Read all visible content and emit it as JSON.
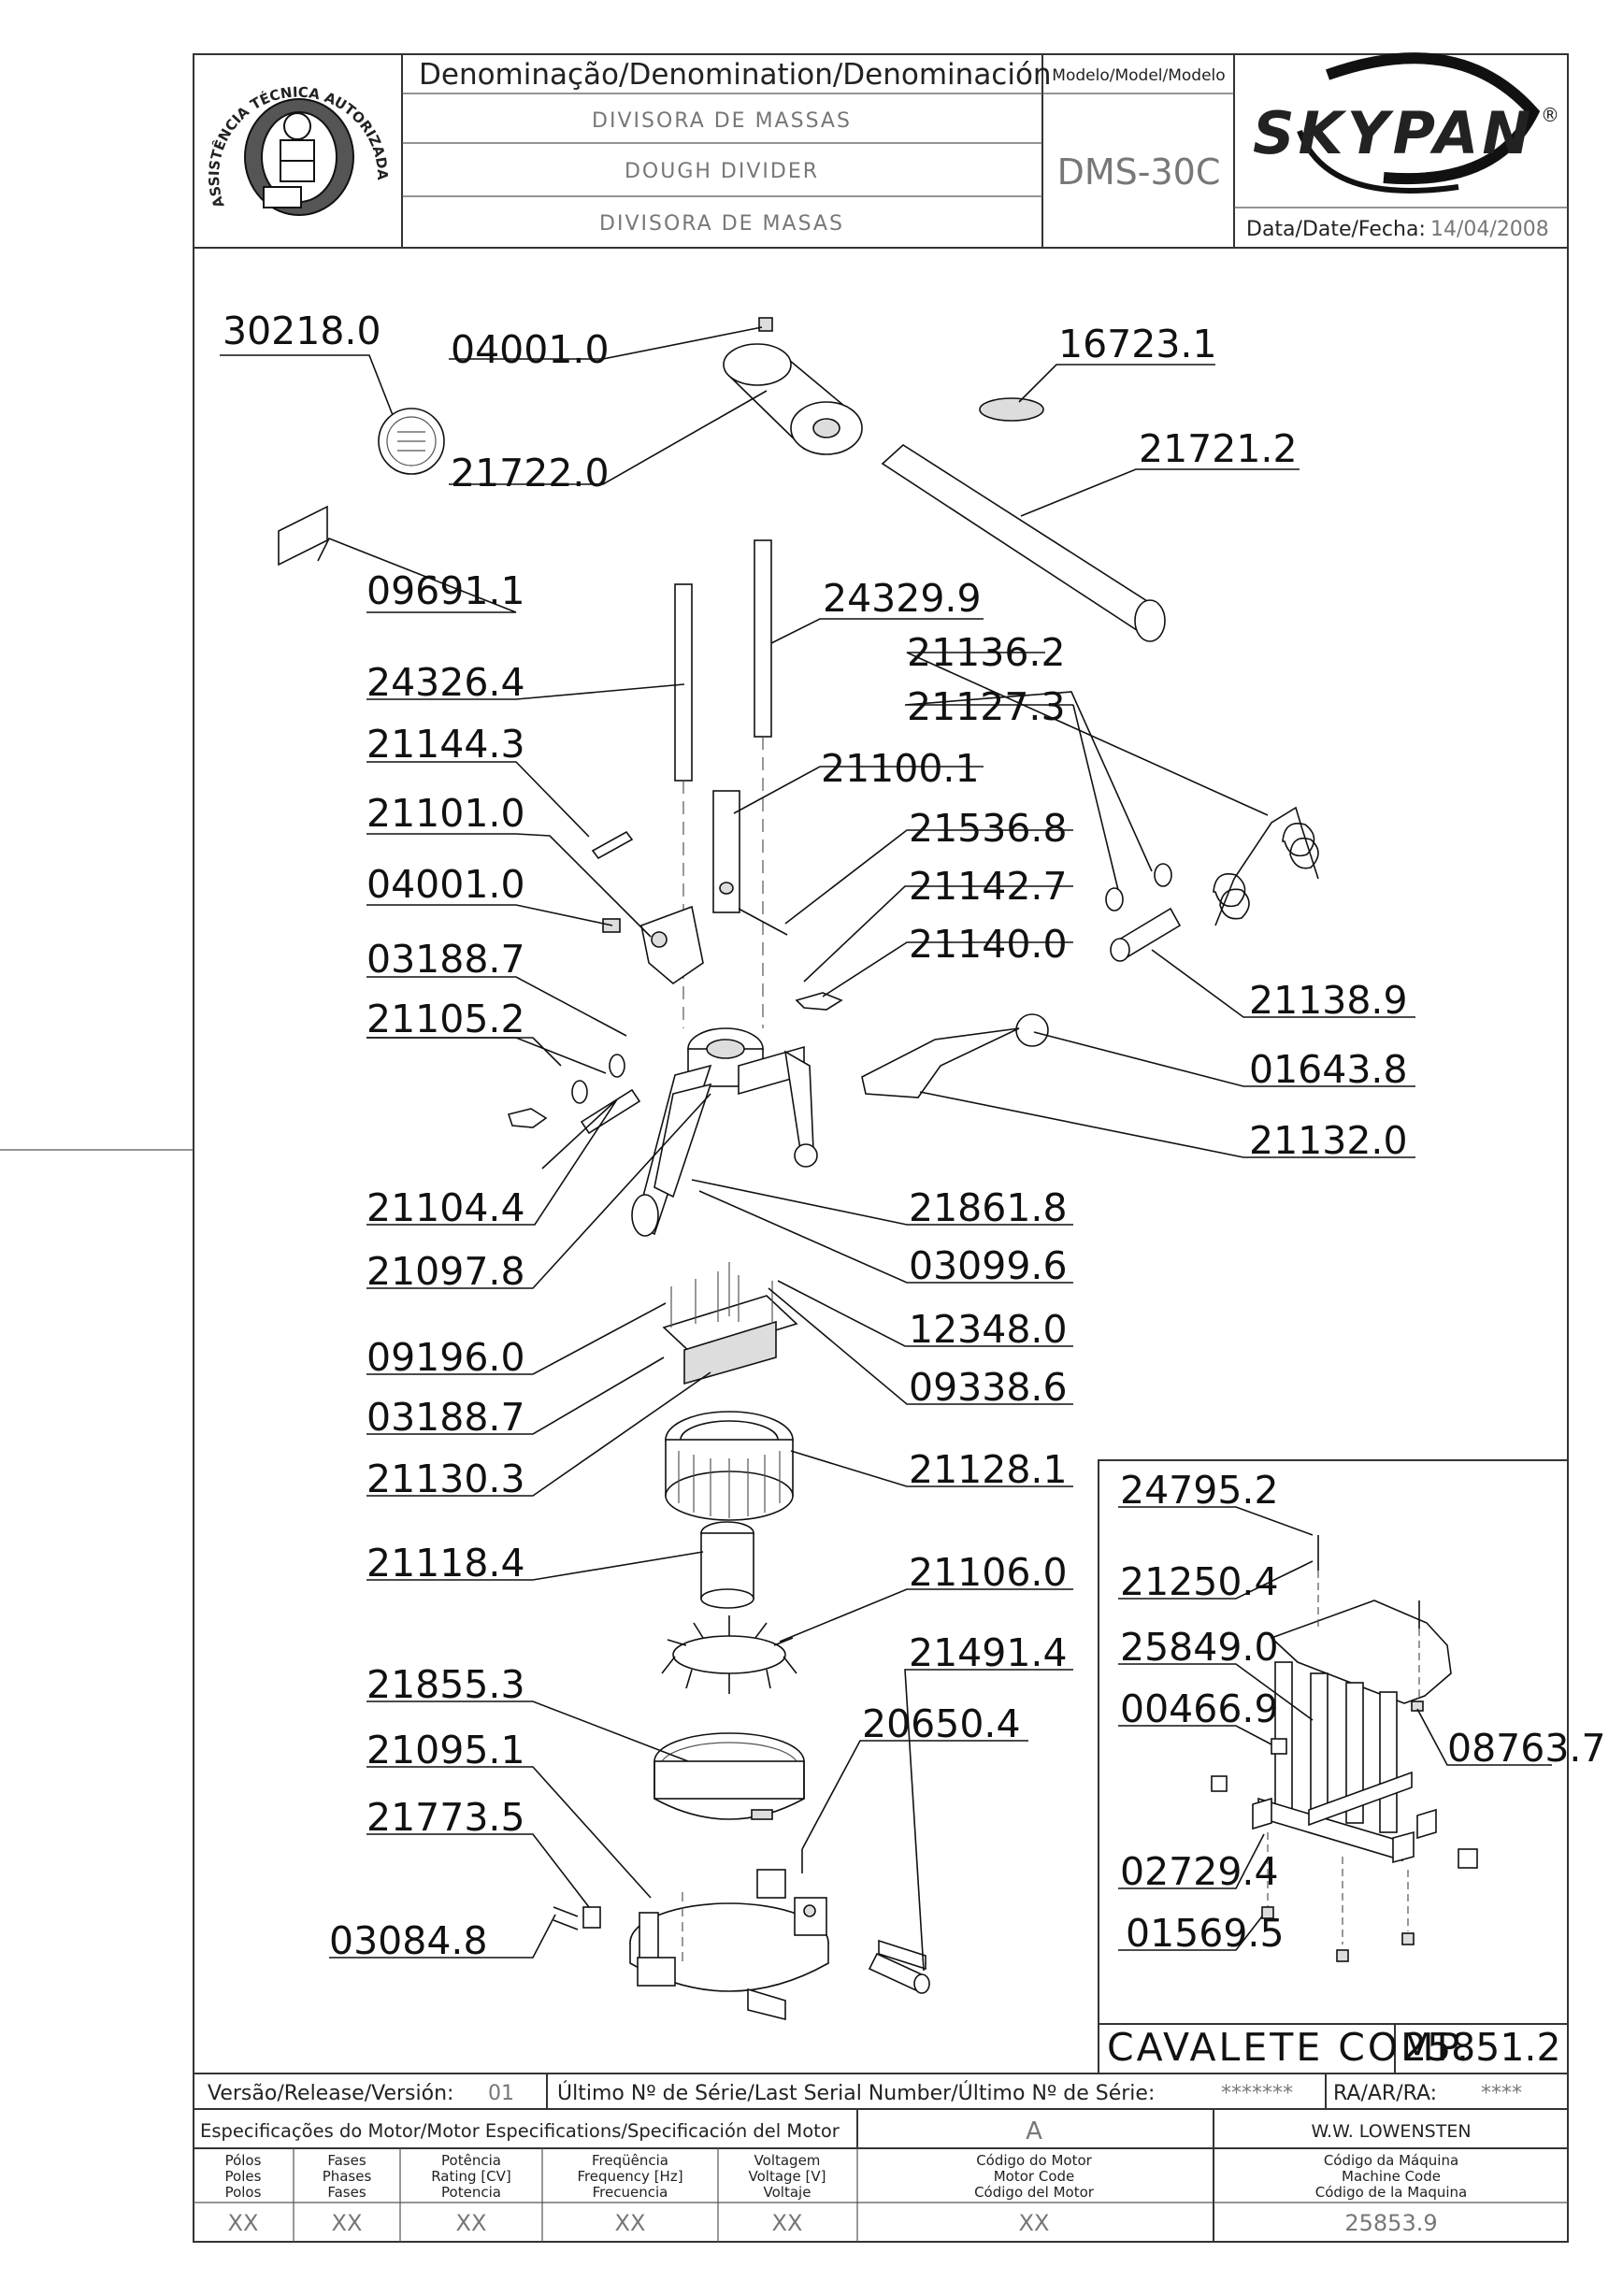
{
  "header": {
    "denomination_title": "Denominação/Denomination/Denominación",
    "names": [
      "DIVISORA DE MASSAS",
      "DOUGH DIVIDER",
      "DIVISORA DE MASAS"
    ],
    "model_title": "Modelo/Model/Modelo",
    "model": "DMS-30C",
    "brand": "SKYPAN",
    "brand_mark": "®",
    "date_label": "Data/Date/Fecha:",
    "date": "14/04/2008",
    "seal_text": "ASSISTÊNCIA TÉCNICA AUTORIZADA"
  },
  "parts": [
    {
      "code": "30218.0"
    },
    {
      "code": "04001.0"
    },
    {
      "code": "16723.1"
    },
    {
      "code": "21722.0"
    },
    {
      "code": "21721.2"
    },
    {
      "code": "09691.1"
    },
    {
      "code": "24329.9"
    },
    {
      "code": "21136.2"
    },
    {
      "code": "24326.4"
    },
    {
      "code": "21127.3"
    },
    {
      "code": "21144.3"
    },
    {
      "code": "21100.1"
    },
    {
      "code": "21101.0"
    },
    {
      "code": "21536.8"
    },
    {
      "code": "04001.0"
    },
    {
      "code": "21142.7"
    },
    {
      "code": "03188.7"
    },
    {
      "code": "21140.0"
    },
    {
      "code": "21138.9"
    },
    {
      "code": "21105.2"
    },
    {
      "code": "01643.8"
    },
    {
      "code": "21132.0"
    },
    {
      "code": "21104.4"
    },
    {
      "code": "21861.8"
    },
    {
      "code": "03099.6"
    },
    {
      "code": "21097.8"
    },
    {
      "code": "12348.0"
    },
    {
      "code": "09196.0"
    },
    {
      "code": "09338.6"
    },
    {
      "code": "03188.7"
    },
    {
      "code": "21128.1"
    },
    {
      "code": "21130.3"
    },
    {
      "code": "21118.4"
    },
    {
      "code": "21106.0"
    },
    {
      "code": "21491.4"
    },
    {
      "code": "21855.3"
    },
    {
      "code": "20650.4"
    },
    {
      "code": "21095.1"
    },
    {
      "code": "21773.5"
    },
    {
      "code": "03084.8"
    }
  ],
  "stand": {
    "parts": [
      {
        "code": "24795.2"
      },
      {
        "code": "21250.4"
      },
      {
        "code": "25849.0"
      },
      {
        "code": "00466.9"
      },
      {
        "code": "08763.7"
      },
      {
        "code": "02729.4"
      },
      {
        "code": "01569.5"
      }
    ],
    "title": "CAVALETE COMP.",
    "code": "25851.2"
  },
  "footer": {
    "version_label": "Versão/Release/Versión:",
    "version": "01",
    "serial_label": "Último Nº de Série/Last Serial Number/Último Nº de Série:",
    "serial": "*******",
    "ra_label": "RA/AR/RA:",
    "ra": "****",
    "motor_spec_label": "Especificações do Motor/Motor Especifications/Specificación del Motor",
    "motor_spec_value": "A",
    "company": "W.W. LOWENSTEN",
    "columns": [
      {
        "lines": [
          "Pólos",
          "Poles",
          "Polos"
        ],
        "value": "XX"
      },
      {
        "lines": [
          "Fases",
          "Phases",
          "Fases"
        ],
        "value": "XX"
      },
      {
        "lines": [
          "Potência",
          "Rating [CV]",
          "Potencia"
        ],
        "value": "XX"
      },
      {
        "lines": [
          "Freqüência",
          "Frequency [Hz]",
          "Frecuencia"
        ],
        "value": "XX"
      },
      {
        "lines": [
          "Voltagem",
          "Voltage [V]",
          "Voltaje"
        ],
        "value": "XX"
      },
      {
        "lines": [
          "Código do Motor",
          "Motor Code",
          "Código del Motor"
        ],
        "value": "XX"
      },
      {
        "lines": [
          "Código da Máquina",
          "Machine Code",
          "Código de la Maquina"
        ],
        "value": "25853.9"
      }
    ]
  }
}
